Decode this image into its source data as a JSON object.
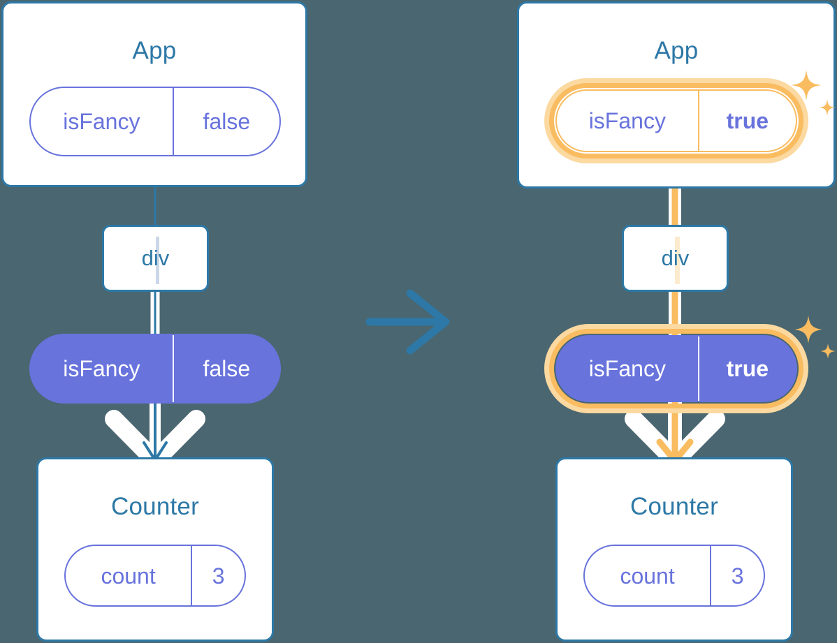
{
  "diagram": {
    "title_before": "",
    "background_color": "#4A6670",
    "accent_blue": "#2D78A6",
    "accent_purple": "#6873DC",
    "highlight_orange": "#F9BC60",
    "highlight_orange_glow": "#FBD9A0"
  },
  "transition": {
    "icon": "arrow-right-icon",
    "color": "#2D78A6"
  },
  "before": {
    "app": {
      "title": "App",
      "state": {
        "name": "isFancy",
        "value": "false",
        "highlighted": false,
        "bold_value": false
      }
    },
    "dom": {
      "label": "div"
    },
    "prop": {
      "name": "isFancy",
      "value": "false",
      "highlighted": false,
      "bold_value": false
    },
    "counter": {
      "title": "Counter",
      "state": {
        "name": "count",
        "value": "3",
        "highlighted": false,
        "bold_value": false
      }
    }
  },
  "after": {
    "app": {
      "title": "App",
      "state": {
        "name": "isFancy",
        "value": "true",
        "highlighted": true,
        "bold_value": true
      }
    },
    "dom": {
      "label": "div"
    },
    "prop": {
      "name": "isFancy",
      "value": "true",
      "highlighted": true,
      "bold_value": true
    },
    "counter": {
      "title": "Counter",
      "state": {
        "name": "count",
        "value": "3",
        "highlighted": false,
        "bold_value": false
      }
    }
  },
  "sparkles": {
    "top_right_app": "sparkle-icon",
    "top_right_prop": "sparkle-icon"
  }
}
